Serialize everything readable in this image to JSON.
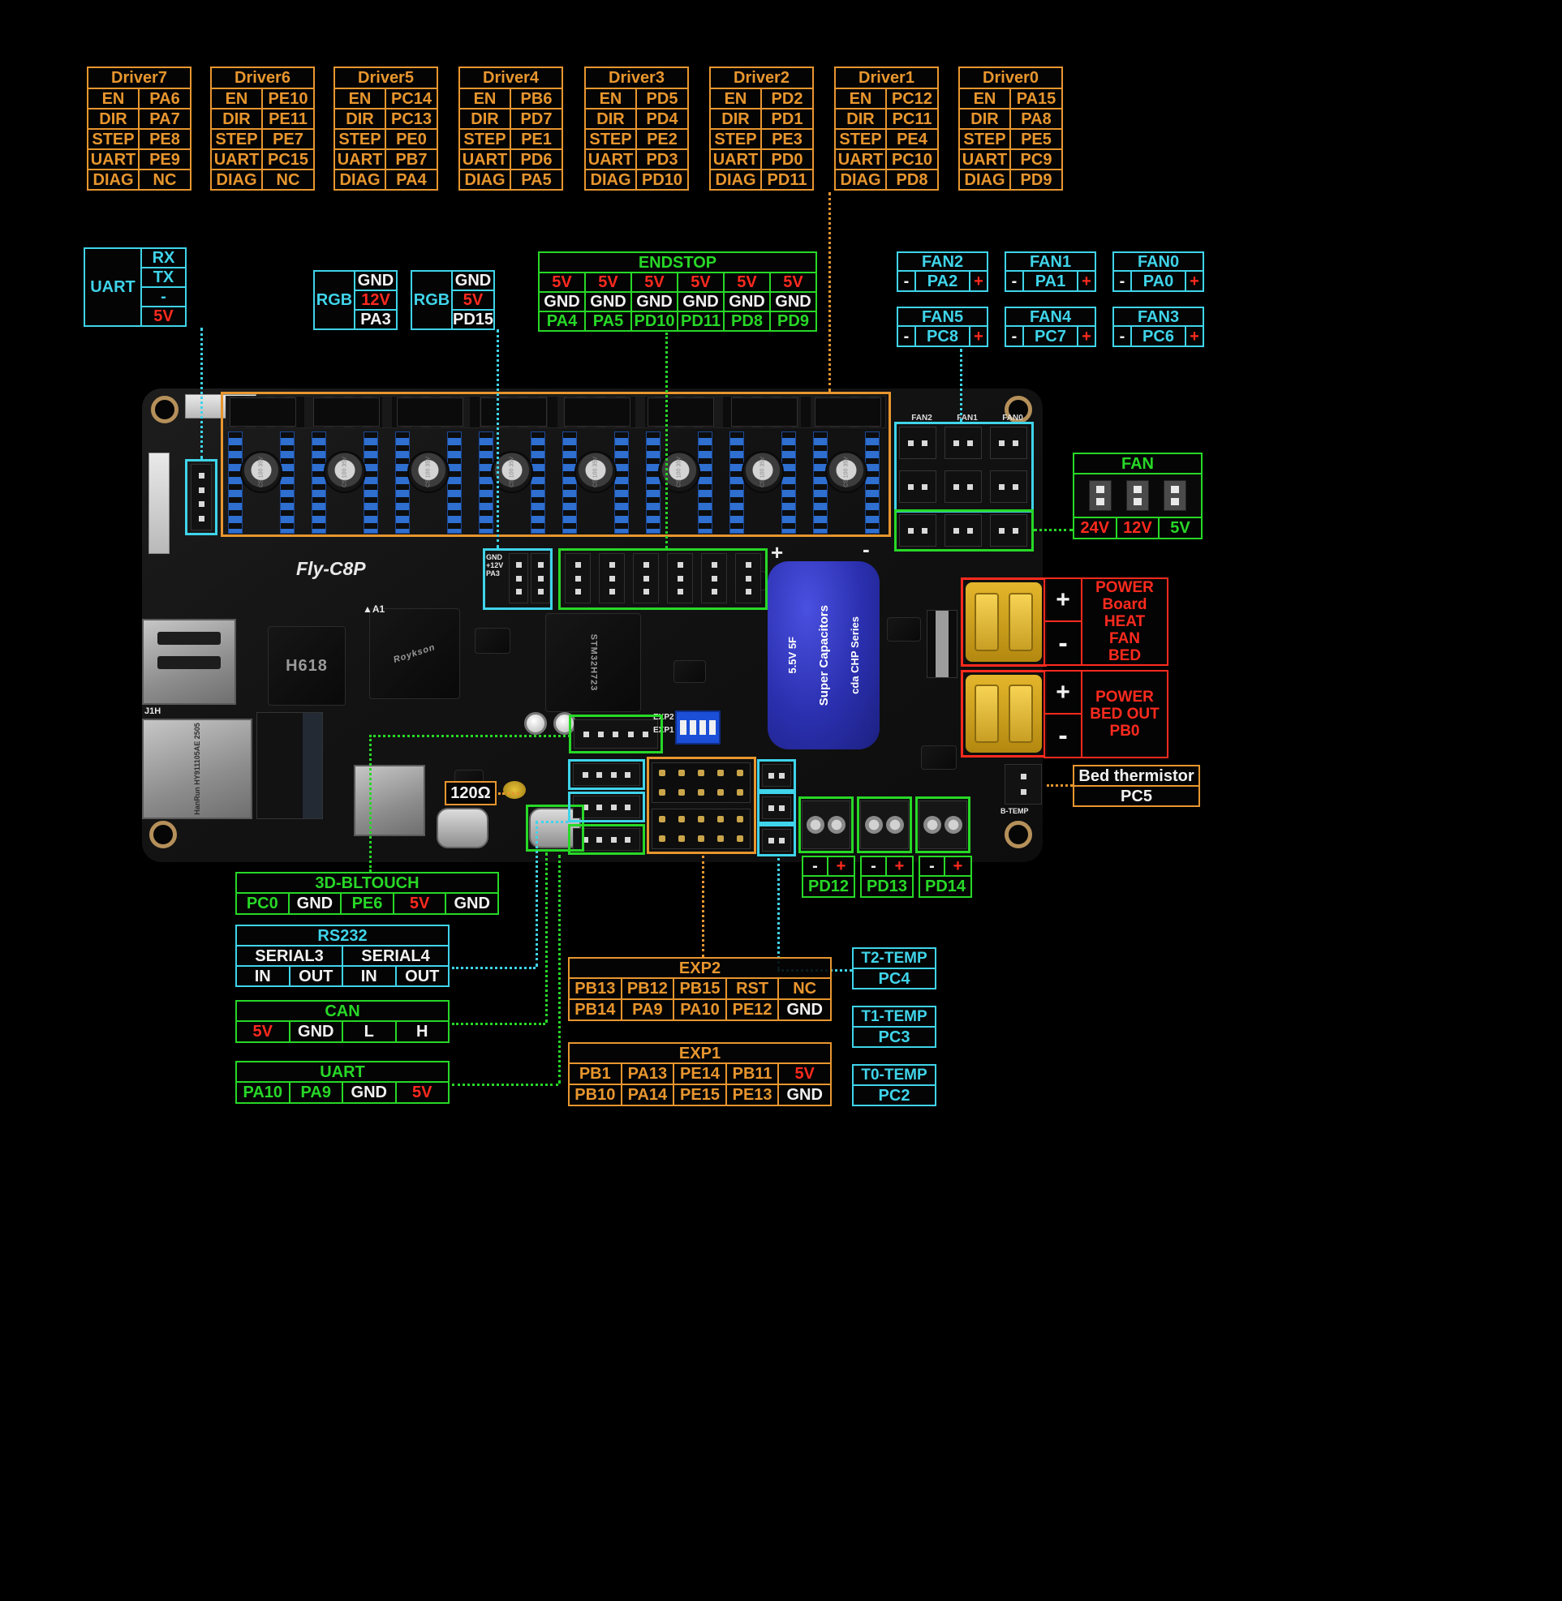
{
  "colors": {
    "orange": "#E8962E",
    "cyan": "#3FD4EA",
    "green": "#27D827",
    "red": "#FF2A1E",
    "white": "#F2F2F2"
  },
  "drivers": [
    {
      "title": "Driver7",
      "rows": [
        [
          "EN",
          "PA6"
        ],
        [
          "DIR",
          "PA7"
        ],
        [
          "STEP",
          "PE8"
        ],
        [
          "UART",
          "PE9"
        ],
        [
          "DIAG",
          "NC"
        ]
      ]
    },
    {
      "title": "Driver6",
      "rows": [
        [
          "EN",
          "PE10"
        ],
        [
          "DIR",
          "PE11"
        ],
        [
          "STEP",
          "PE7"
        ],
        [
          "UART",
          "PC15"
        ],
        [
          "DIAG",
          "NC"
        ]
      ]
    },
    {
      "title": "Driver5",
      "rows": [
        [
          "EN",
          "PC14"
        ],
        [
          "DIR",
          "PC13"
        ],
        [
          "STEP",
          "PE0"
        ],
        [
          "UART",
          "PB7"
        ],
        [
          "DIAG",
          "PA4"
        ]
      ]
    },
    {
      "title": "Driver4",
      "rows": [
        [
          "EN",
          "PB6"
        ],
        [
          "DIR",
          "PD7"
        ],
        [
          "STEP",
          "PE1"
        ],
        [
          "UART",
          "PD6"
        ],
        [
          "DIAG",
          "PA5"
        ]
      ]
    },
    {
      "title": "Driver3",
      "rows": [
        [
          "EN",
          "PD5"
        ],
        [
          "DIR",
          "PD4"
        ],
        [
          "STEP",
          "PE2"
        ],
        [
          "UART",
          "PD3"
        ],
        [
          "DIAG",
          "PD10"
        ]
      ]
    },
    {
      "title": "Driver2",
      "rows": [
        [
          "EN",
          "PD2"
        ],
        [
          "DIR",
          "PD1"
        ],
        [
          "STEP",
          "PE3"
        ],
        [
          "UART",
          "PD0"
        ],
        [
          "DIAG",
          "PD11"
        ]
      ]
    },
    {
      "title": "Driver1",
      "rows": [
        [
          "EN",
          "PC12"
        ],
        [
          "DIR",
          "PC11"
        ],
        [
          "STEP",
          "PE4"
        ],
        [
          "UART",
          "PC10"
        ],
        [
          "DIAG",
          "PD8"
        ]
      ]
    },
    {
      "title": "Driver0",
      "rows": [
        [
          "EN",
          "PA15"
        ],
        [
          "DIR",
          "PA8"
        ],
        [
          "STEP",
          "PE5"
        ],
        [
          "UART",
          "PC9"
        ],
        [
          "DIAG",
          "PD9"
        ]
      ]
    }
  ],
  "uart_left": {
    "title": "UART",
    "pins": [
      {
        "t": "RX"
      },
      {
        "t": "TX"
      },
      {
        "t": "-"
      },
      {
        "t": "5V",
        "c": "red"
      }
    ]
  },
  "rgb_tables": [
    {
      "title": "RGB",
      "pins": [
        {
          "t": "GND",
          "c": "white"
        },
        {
          "t": "12V",
          "c": "red"
        },
        {
          "t": "PA3",
          "c": "white"
        }
      ]
    },
    {
      "title": "RGB",
      "pins": [
        {
          "t": "GND",
          "c": "white"
        },
        {
          "t": "5V",
          "c": "red"
        },
        {
          "t": "PD15",
          "c": "white"
        }
      ]
    }
  ],
  "endstop": {
    "title": "ENDSTOP",
    "rows": [
      [
        {
          "t": "5V",
          "c": "red"
        },
        {
          "t": "5V",
          "c": "red"
        },
        {
          "t": "5V",
          "c": "red"
        },
        {
          "t": "5V",
          "c": "red"
        },
        {
          "t": "5V",
          "c": "red"
        },
        {
          "t": "5V",
          "c": "red"
        }
      ],
      [
        {
          "t": "GND",
          "c": "white"
        },
        {
          "t": "GND",
          "c": "white"
        },
        {
          "t": "GND",
          "c": "white"
        },
        {
          "t": "GND",
          "c": "white"
        },
        {
          "t": "GND",
          "c": "white"
        },
        {
          "t": "GND",
          "c": "white"
        }
      ],
      [
        "PA4",
        "PA5",
        "PD10",
        "PD11",
        "PD8",
        "PD9"
      ]
    ]
  },
  "fans": [
    {
      "title": "FAN2",
      "minus": "-",
      "pin": "PA2",
      "plus": "+"
    },
    {
      "title": "FAN1",
      "minus": "-",
      "pin": "PA1",
      "plus": "+"
    },
    {
      "title": "FAN0",
      "minus": "-",
      "pin": "PA0",
      "plus": "+"
    },
    {
      "title": "FAN5",
      "minus": "-",
      "pin": "PC8",
      "plus": "+"
    },
    {
      "title": "FAN4",
      "minus": "-",
      "pin": "PC7",
      "plus": "+"
    },
    {
      "title": "FAN3",
      "minus": "-",
      "pin": "PC6",
      "plus": "+"
    }
  ],
  "fan_power": {
    "title": "FAN",
    "options": [
      {
        "t": "24V",
        "c": "red"
      },
      {
        "t": "12V",
        "c": "red"
      },
      {
        "t": "5V",
        "c": "green"
      }
    ]
  },
  "power_tables": [
    {
      "plus": "+",
      "minus": "-",
      "lines": [
        "POWER",
        "Board",
        "HEAT",
        "FAN",
        "BED"
      ]
    },
    {
      "plus": "+",
      "minus": "-",
      "lines": [
        "POWER",
        "BED OUT",
        "PB0"
      ]
    }
  ],
  "bed_thermistor": {
    "title": "Bed thermistor",
    "pin": "PC5"
  },
  "pd_outputs": [
    {
      "pin": "PD12",
      "minus": "-",
      "plus": "+"
    },
    {
      "pin": "PD13",
      "minus": "-",
      "plus": "+"
    },
    {
      "pin": "PD14",
      "minus": "-",
      "plus": "+"
    }
  ],
  "bltouch": {
    "title": "3D-BLTOUCH",
    "pins": [
      {
        "t": "PC0"
      },
      {
        "t": "GND",
        "c": "white"
      },
      {
        "t": "PE6"
      },
      {
        "t": "5V",
        "c": "red"
      },
      {
        "t": "GND",
        "c": "white"
      }
    ]
  },
  "rs232": {
    "title": "RS232",
    "groups": [
      {
        "t": "SERIAL3",
        "c": "white"
      },
      {
        "t": "SERIAL4",
        "c": "white"
      }
    ],
    "pins": [
      {
        "t": "IN",
        "c": "white"
      },
      {
        "t": "OUT",
        "c": "white"
      },
      {
        "t": "IN",
        "c": "white"
      },
      {
        "t": "OUT",
        "c": "white"
      }
    ]
  },
  "can": {
    "title": "CAN",
    "pins": [
      {
        "t": "5V",
        "c": "red"
      },
      {
        "t": "GND",
        "c": "white"
      },
      {
        "t": "L",
        "c": "white"
      },
      {
        "t": "H",
        "c": "white"
      }
    ]
  },
  "uart_bottom": {
    "title": "UART",
    "pins": [
      {
        "t": "PA10"
      },
      {
        "t": "PA9"
      },
      {
        "t": "GND",
        "c": "white"
      },
      {
        "t": "5V",
        "c": "red"
      }
    ]
  },
  "exp2": {
    "title": "EXP2",
    "rows": [
      [
        "PB13",
        "PB12",
        "PB15",
        "RST",
        "NC"
      ],
      [
        "PB14",
        "PA9",
        "PA10",
        "PE12",
        {
          "t": "GND",
          "c": "white"
        }
      ]
    ]
  },
  "exp1": {
    "title": "EXP1",
    "rows": [
      [
        "PB1",
        "PA13",
        "PE14",
        "PB11",
        {
          "t": "5V",
          "c": "red"
        }
      ],
      [
        "PB10",
        "PA14",
        "PE15",
        "PE13",
        {
          "t": "GND",
          "c": "white"
        }
      ]
    ]
  },
  "temps": [
    {
      "title": "T2-TEMP",
      "pin": "PC4"
    },
    {
      "title": "T1-TEMP",
      "pin": "PC3"
    },
    {
      "title": "T0-TEMP",
      "pin": "PC2"
    }
  ],
  "resistor_label": "120Ω",
  "board": {
    "silkscreen": "Fly-C8P",
    "soc": "H618",
    "chip2": "Roykson",
    "mcu": "STM32H723",
    "eth_brand": "HanRun",
    "eth": "HY911105AE",
    "eth_year": "2505",
    "supercap_top": [
      "5.5V 5F",
      "Super Capacitors"
    ],
    "supercap_side": "cda  CHP Series",
    "cap_label": "CS 100 35V",
    "fan_silk": [
      "FAN2",
      "FAN1",
      "FAN0"
    ],
    "rgb_silk": [
      "GND",
      "+12V",
      "PA3"
    ],
    "exp_silk": [
      "EXP2",
      "EXP1"
    ],
    "a1_silk": "▲A1",
    "j1h_silk": "J1H",
    "btemp_silk": "B-TEMP",
    "plus_silk": "+",
    "minus_silk": "-"
  }
}
